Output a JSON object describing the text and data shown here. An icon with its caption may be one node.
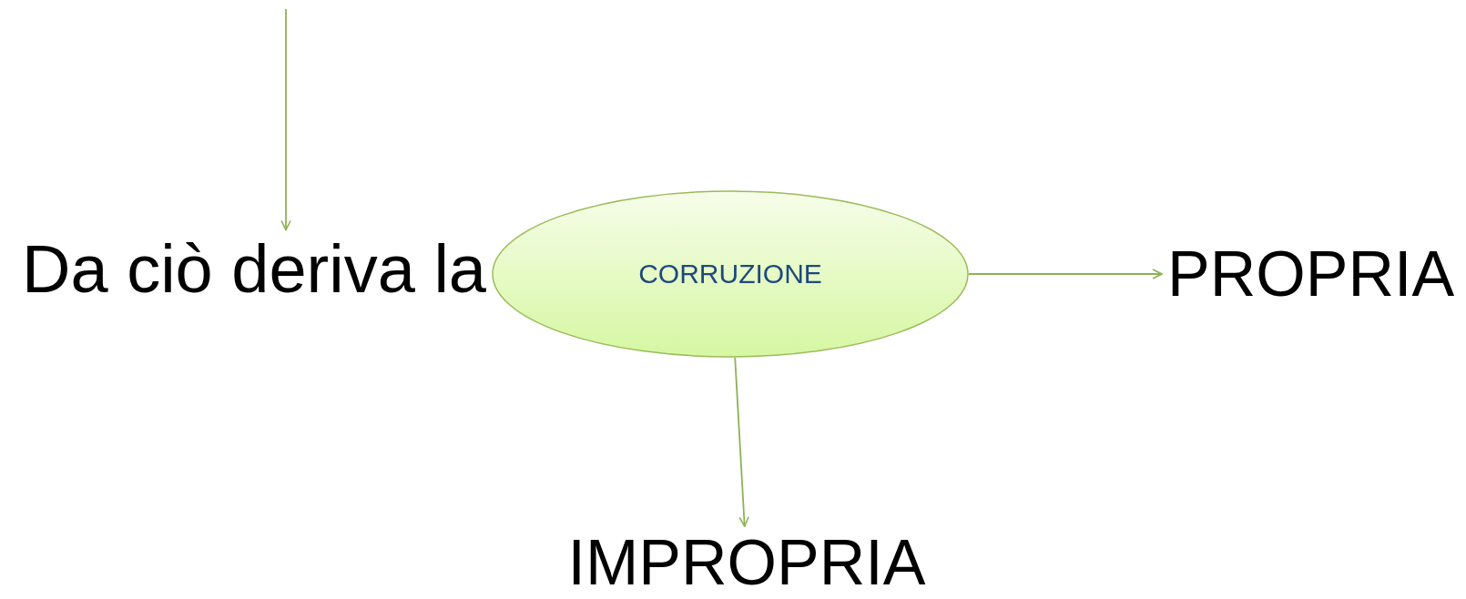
{
  "diagram": {
    "nodes": [
      {
        "text": [
          "Da ciò deriva la"
        ]
      },
      {
        "text": [
          "CORRUZIONE"
        ]
      },
      {
        "text": [
          "PROPRIA"
        ]
      },
      {
        "text": [
          "IMPROPRIA"
        ]
      }
    ],
    "edges": [
      {
        "from": null,
        "to": 0,
        "arrow": "to"
      },
      {
        "from": 1,
        "to": 2,
        "arrow": "to"
      },
      {
        "from": 1,
        "to": 3,
        "arrow": "to"
      }
    ]
  }
}
